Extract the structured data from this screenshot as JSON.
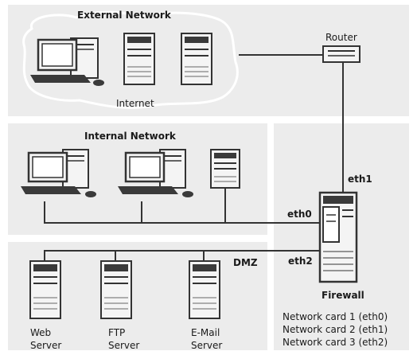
{
  "external": {
    "title": "External Network",
    "cloud_label": "Internet"
  },
  "router": {
    "label": "Router"
  },
  "internal": {
    "title": "Internal Network"
  },
  "dmz": {
    "title": "DMZ",
    "servers": [
      {
        "line1": "Web",
        "line2": "Server"
      },
      {
        "line1": "FTP",
        "line2": "Server"
      },
      {
        "line1": "E-Mail",
        "line2": "Server"
      }
    ]
  },
  "firewall": {
    "label": "Firewall",
    "interfaces": [
      "eth0",
      "eth1",
      "eth2"
    ],
    "cards": [
      "Network card 1 (eth0)",
      "Network card 2 (eth1)",
      "Network card 3 (eth2)"
    ]
  },
  "colors": {
    "panel": "#ececec",
    "line": "#333333",
    "device_dark": "#3a3a3a",
    "device_light": "#f4f4f4"
  },
  "icons": [
    "workstation-icon",
    "tower-server-icon",
    "router-icon",
    "firewall-icon"
  ]
}
